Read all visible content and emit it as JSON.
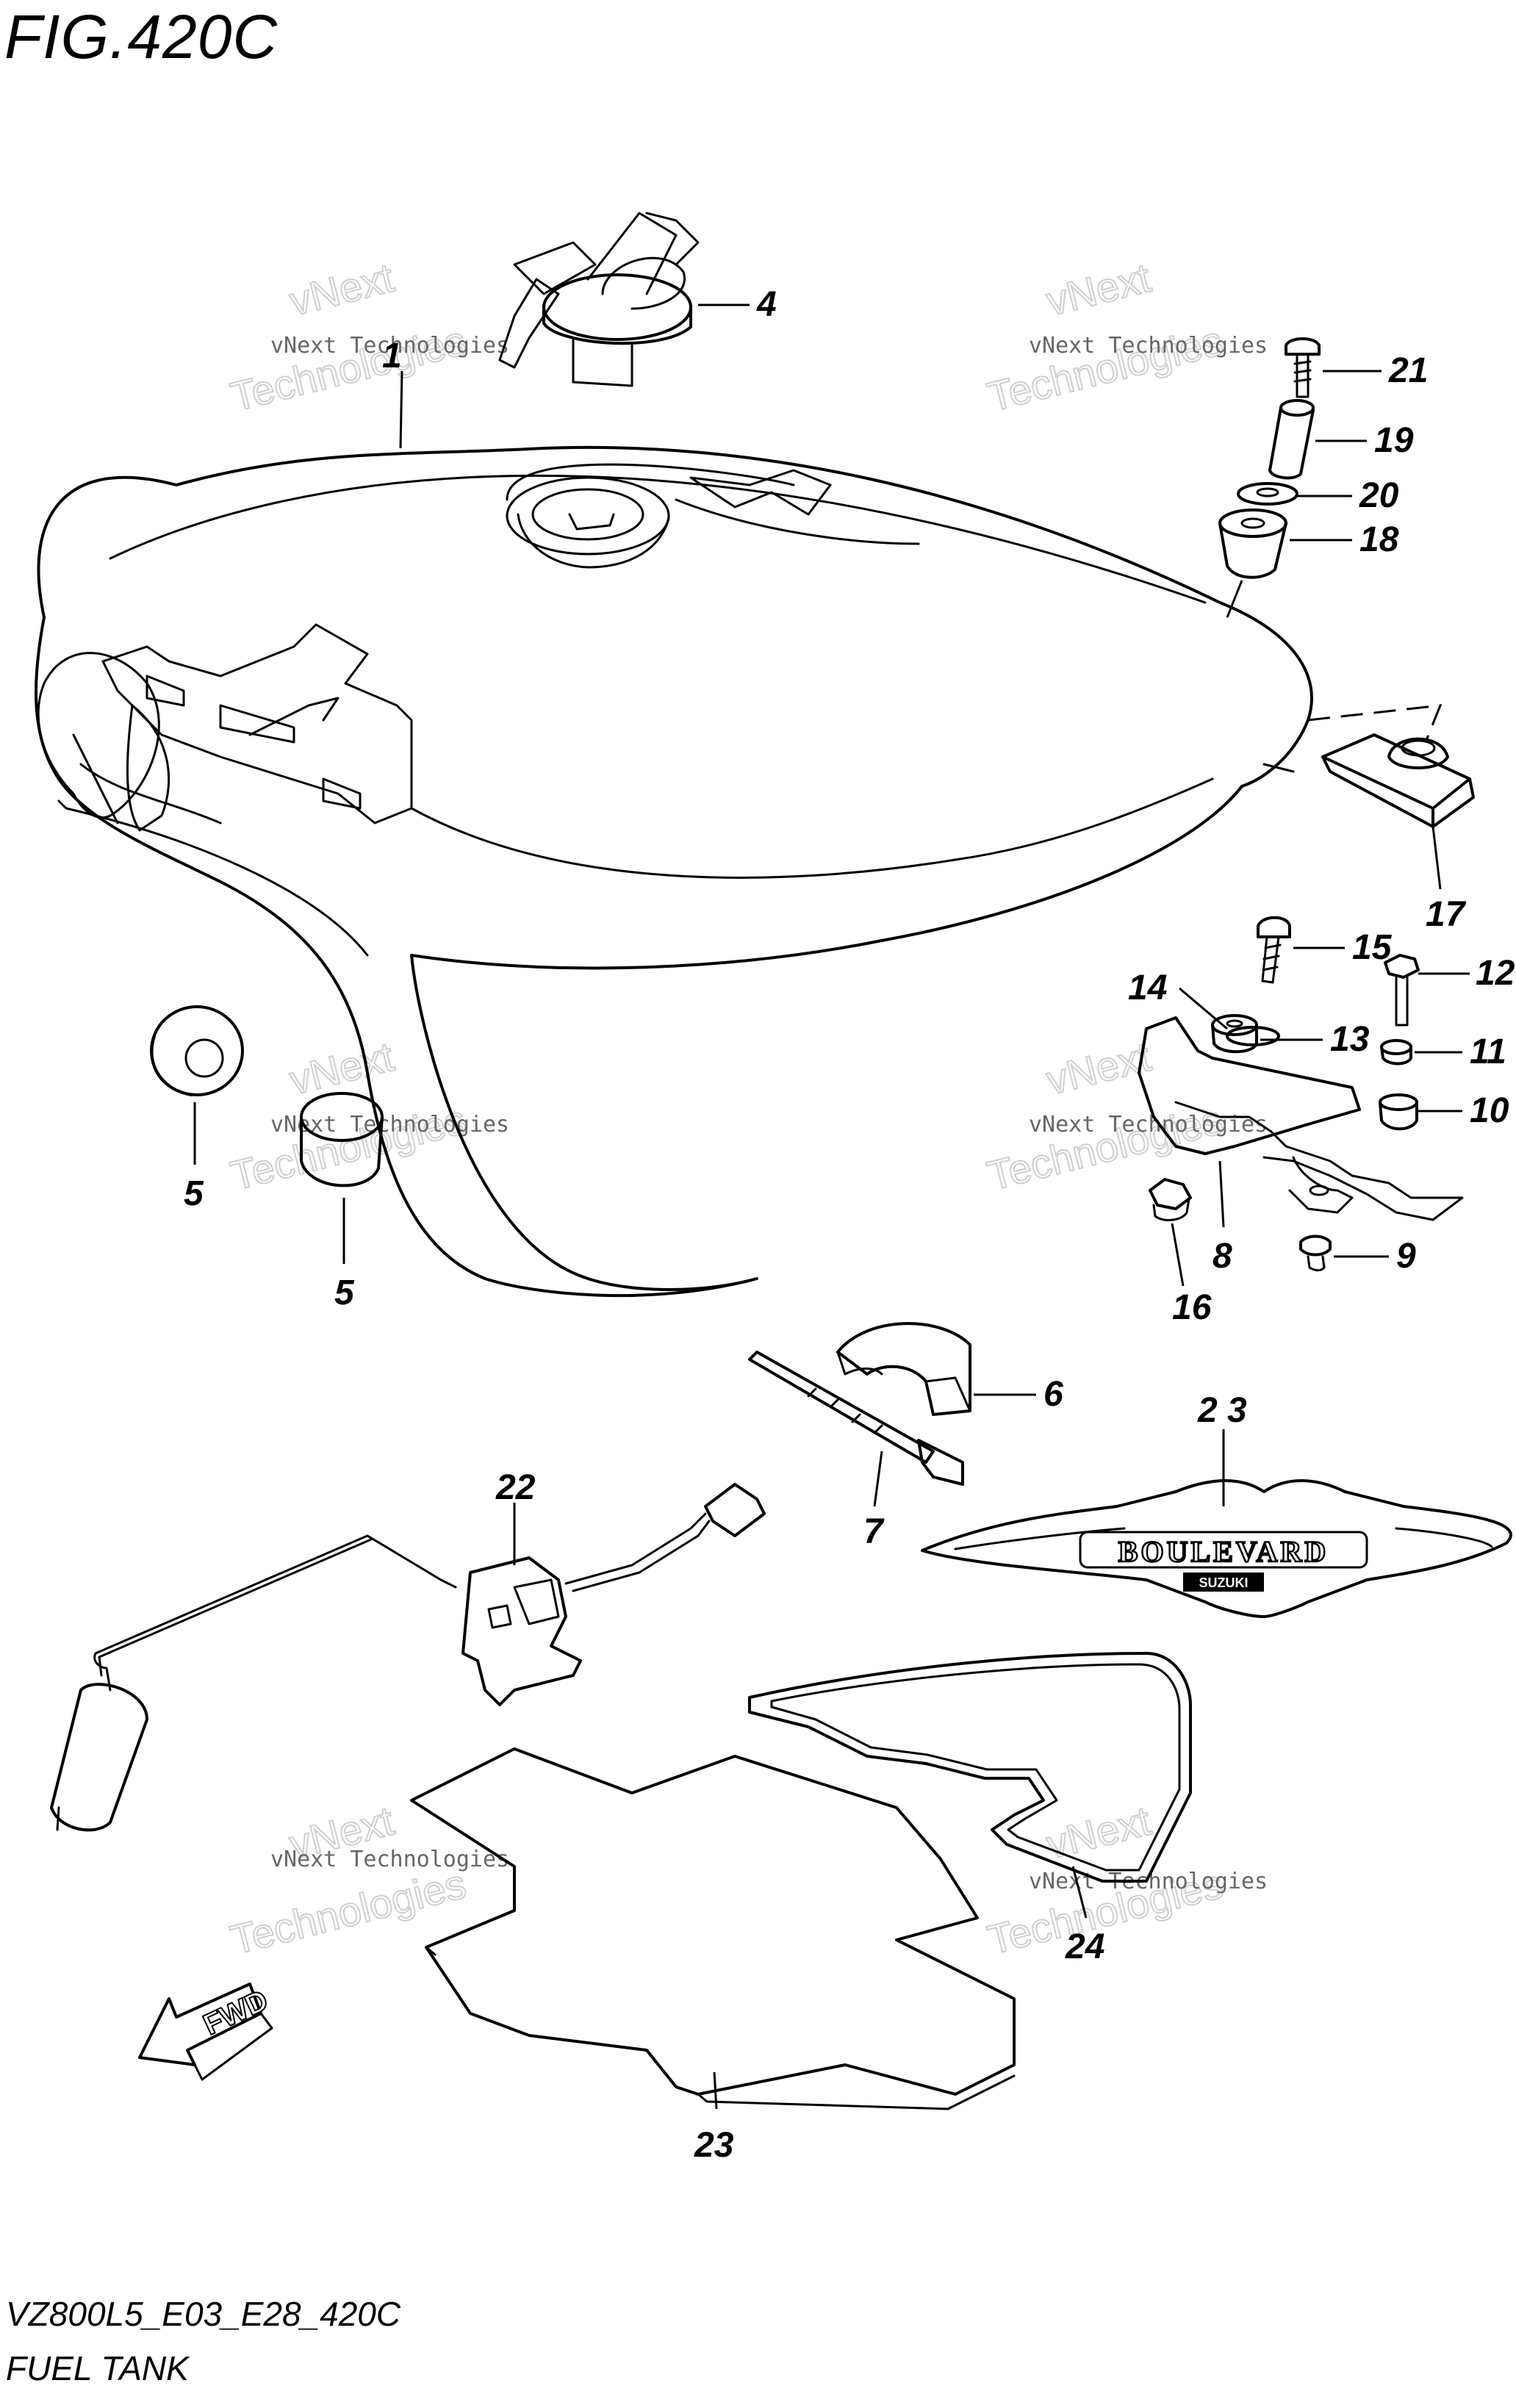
{
  "figure": {
    "title": "FIG.420C",
    "code": "VZ800L5_E03_E28_420C",
    "name": "FUEL TANK"
  },
  "watermark": {
    "line1": "vNext Technologies",
    "big1": "vNext",
    "big2": "Technologies"
  },
  "callouts": [
    "1",
    "4",
    "21",
    "19",
    "20",
    "18",
    "17",
    "15",
    "12",
    "14",
    "13",
    "11",
    "10",
    "9",
    "8",
    "16",
    "5",
    "5",
    "6",
    "7",
    "2 3",
    "22",
    "23",
    "24"
  ],
  "emblem_text": {
    "main": "BOULEVARD",
    "sub": "SUZUKI"
  },
  "fwd_label": "FWD"
}
